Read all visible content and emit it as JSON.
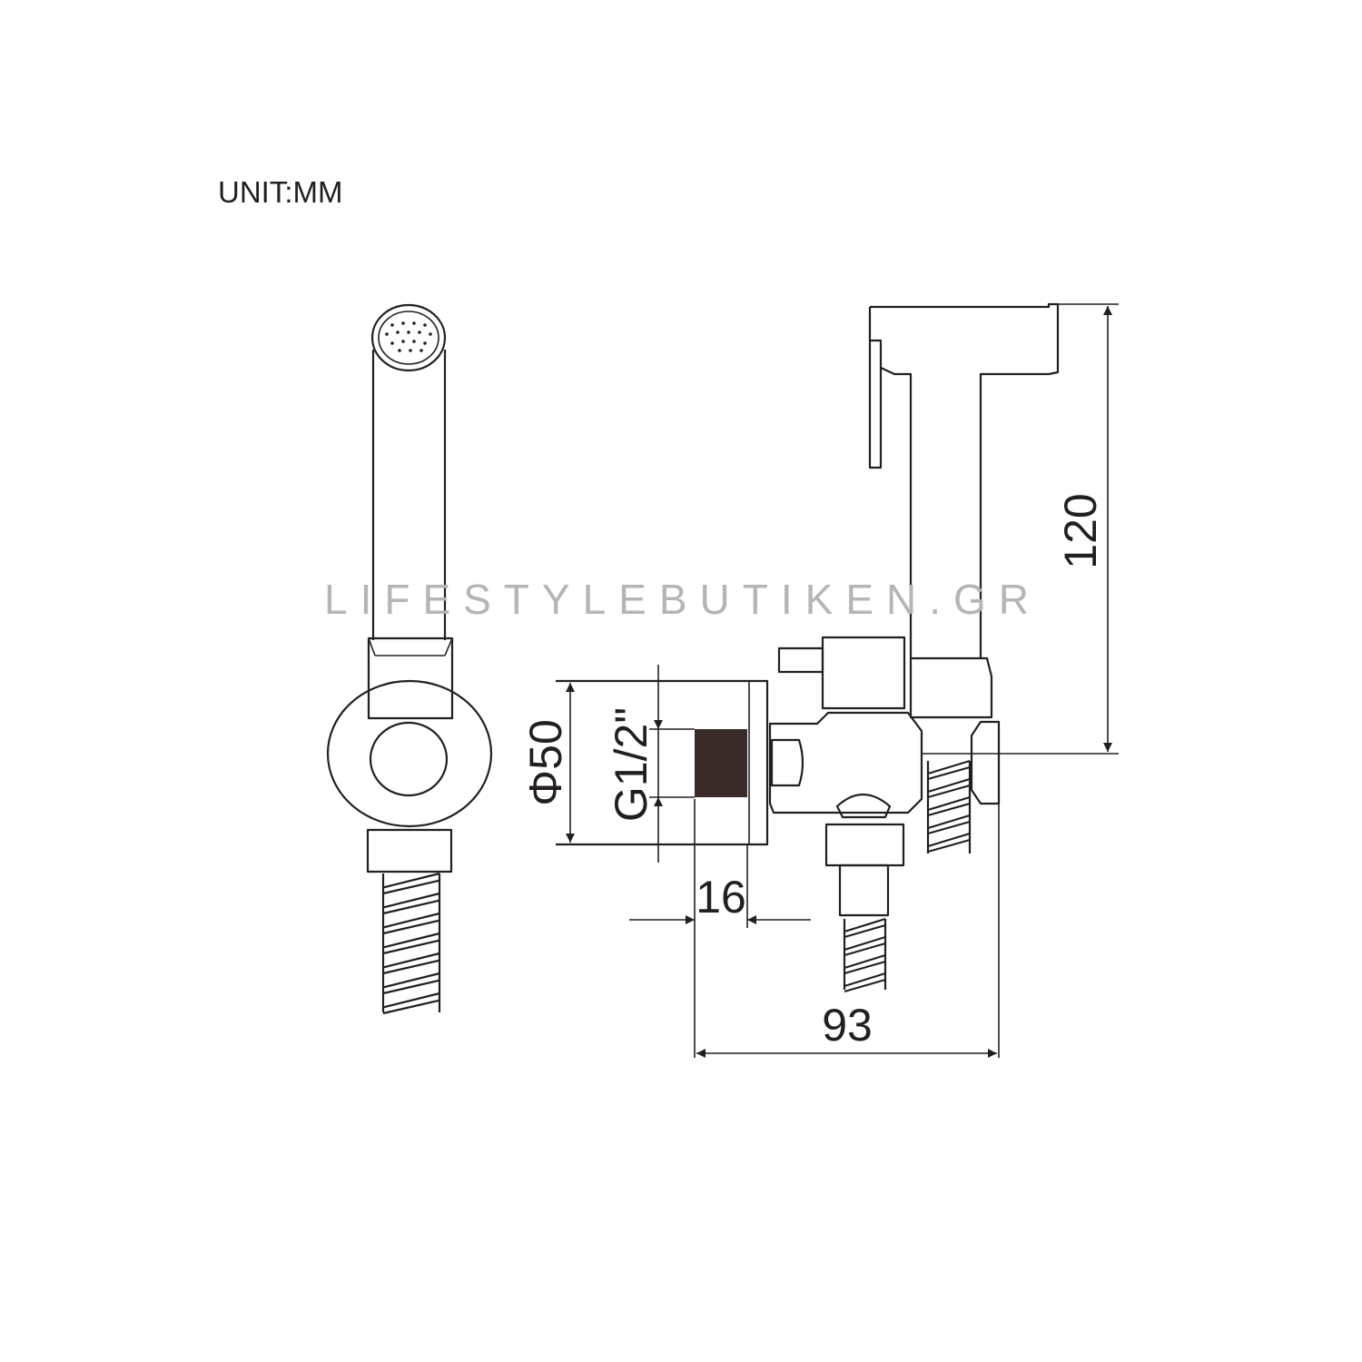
{
  "unit_label": "UNIT:MM",
  "watermark": "LIFESTYLEBUTIKEN.GR",
  "dimensions": {
    "height": "120",
    "flange_diameter": "Φ50",
    "thread": "G1/2\"",
    "thread_length": "16",
    "depth": "93"
  },
  "colors": {
    "line": "#231f20",
    "watermark": "#b5b5b5",
    "thread_fill": "#3a2a28"
  }
}
